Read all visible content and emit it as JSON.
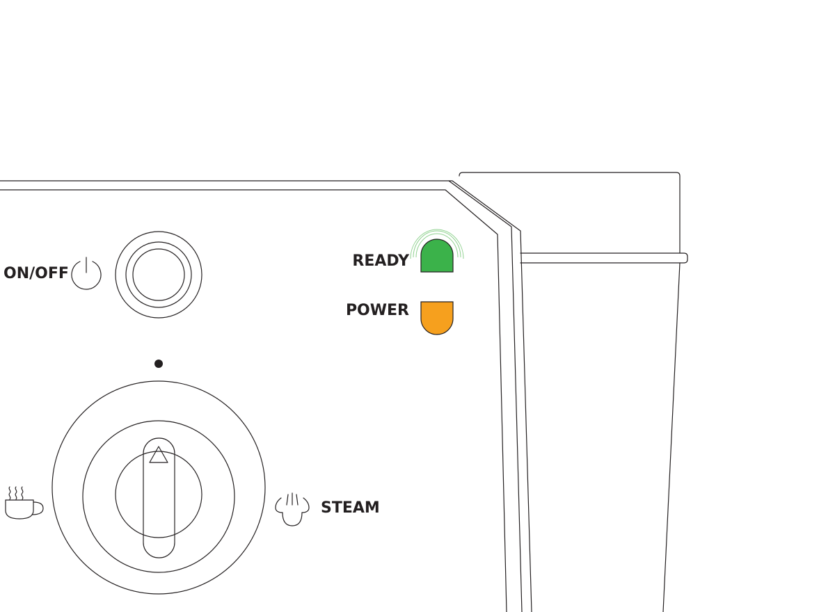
{
  "labels": {
    "on_off": "ON/OFF",
    "ready": "READY",
    "power": "POWER",
    "steam": "STEAM"
  },
  "colors": {
    "outline": "#231f20",
    "ready_light": "#3bb24a",
    "ready_glow": "#8fd18f",
    "power_light": "#f6a01e"
  },
  "icons": {
    "power_symbol": "power-icon",
    "espresso_cup": "coffee-cup-icon",
    "steam_nozzle": "steam-icon"
  },
  "indicators": {
    "ready_state": "on",
    "power_state": "on"
  }
}
